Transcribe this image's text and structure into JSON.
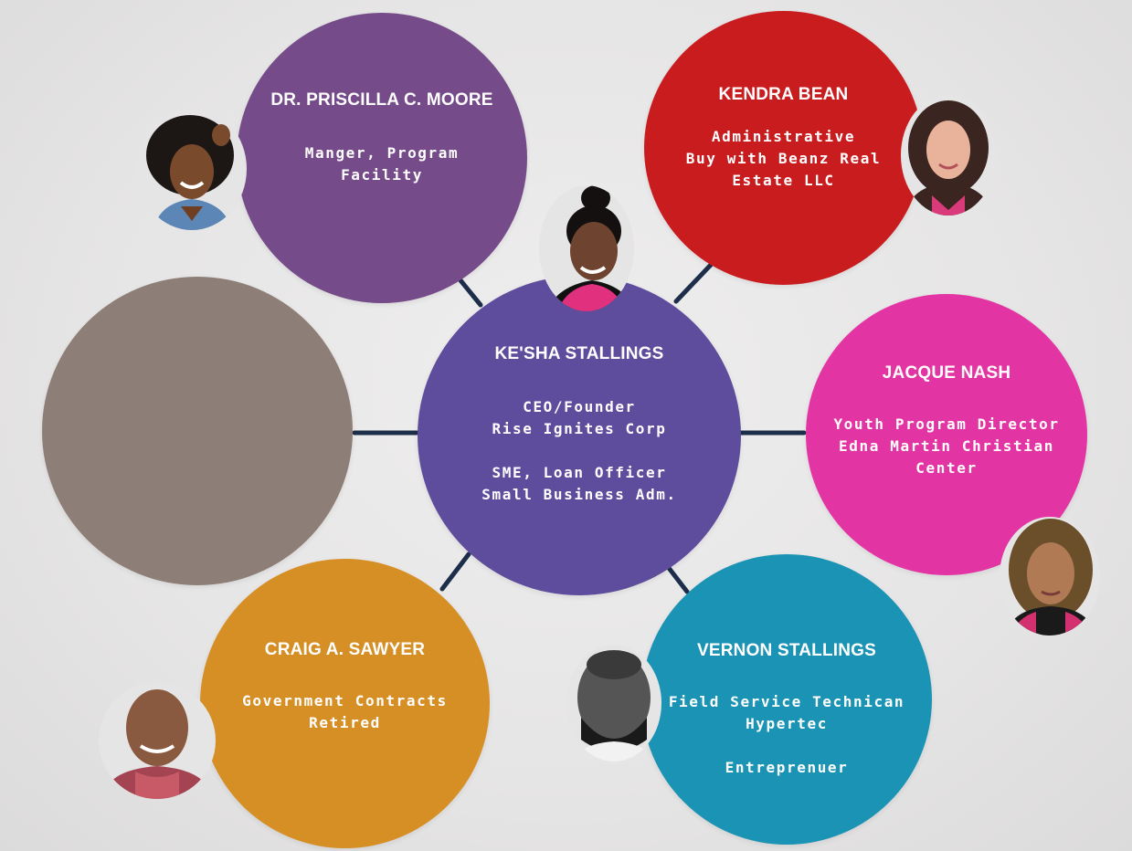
{
  "center": {
    "name": "KE'SHA STALLINGS",
    "role_lines": [
      "CEO/Founder",
      "Rise Ignites Corp",
      "",
      "SME, Loan Officer",
      "Small Business Adm."
    ],
    "color": "#5e4c9c"
  },
  "nodes": {
    "moore": {
      "name": "DR. PRISCILLA C. MOORE",
      "role_lines": [
        "Manger, Program",
        "Facility"
      ],
      "color": "#764b8a"
    },
    "bean": {
      "name": "KENDRA BEAN",
      "role_lines": [
        "Administrative",
        "Buy with Beanz Real",
        "Estate LLC"
      ],
      "color": "#c91c1f"
    },
    "nash": {
      "name": "JACQUE NASH",
      "role_lines": [
        "Youth Program Director",
        "Edna Martin Christian",
        "Center"
      ],
      "color": "#e234a2"
    },
    "vernon": {
      "name": "VERNON STALLINGS",
      "role_lines": [
        "Field Service Technican",
        "Hypertec",
        "",
        "Entreprenuer"
      ],
      "color": "#1b93b4"
    },
    "sawyer": {
      "name": "CRAIG A. SAWYER",
      "role_lines": [
        "Government Contracts",
        "Retired"
      ],
      "color": "#d68f25"
    },
    "empty": {
      "color": "#8d7f77"
    }
  },
  "connector_color": "#1d2e4a"
}
